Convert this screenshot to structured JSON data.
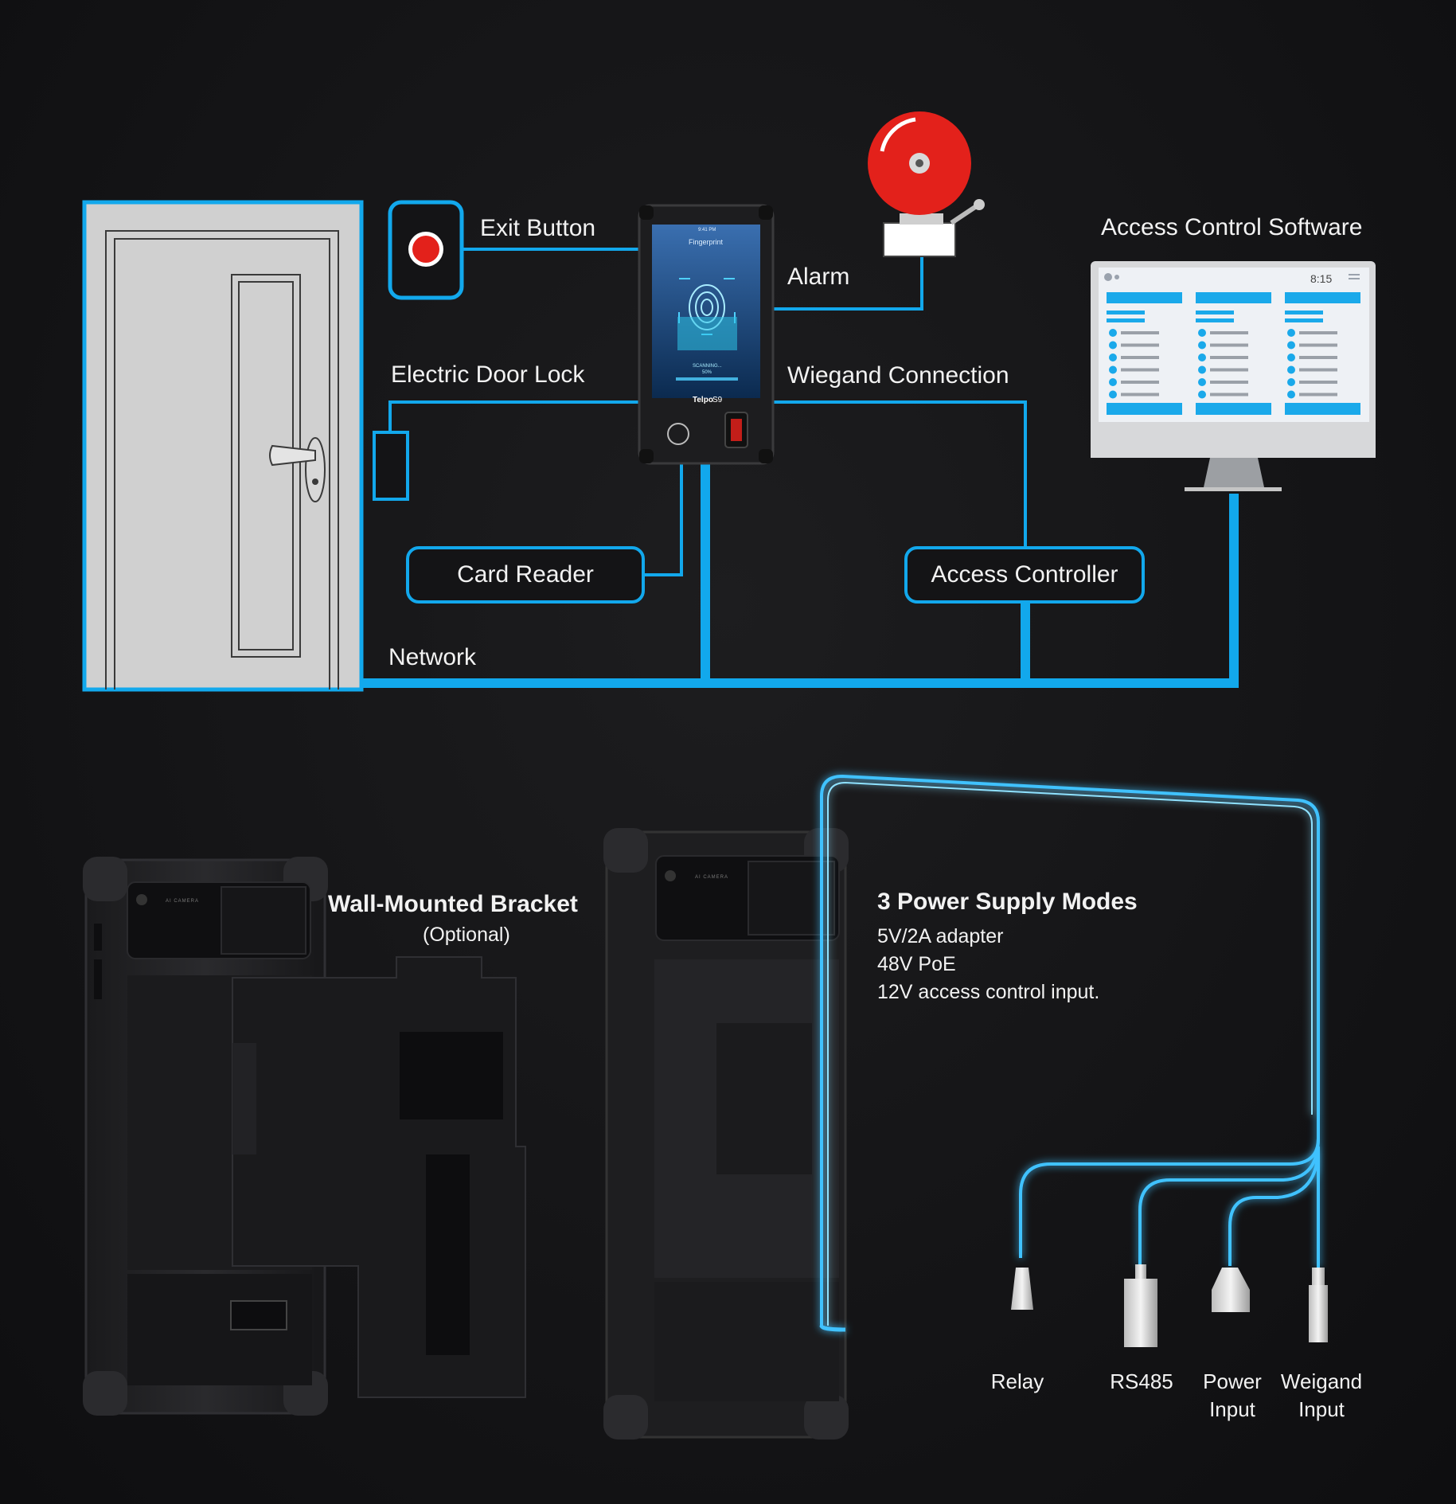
{
  "diagram": {
    "labels": {
      "exit_button": "Exit Button",
      "alarm": "Alarm",
      "access_control_software": "Access Control Software",
      "electric_door_lock": "Electric Door Lock",
      "wiegand_connection": "Wiegand Connection",
      "card_reader": "Card Reader",
      "access_controller": "Access Controller",
      "network": "Network"
    },
    "device": {
      "brand": "Telpo",
      "model": "S9",
      "screen_title": "Fingerprint",
      "status_time": "9:41 PM",
      "scan_text": "SCANNING...",
      "scan_percent": "50%"
    },
    "monitor": {
      "clock": "8:15"
    }
  },
  "mounting": {
    "title": "Wall-Mounted Bracket",
    "subtitle": "(Optional)",
    "camera_label": "AI CAMERA"
  },
  "power": {
    "title": "3 Power Supply Modes",
    "modes": [
      "5V/2A adapter",
      "48V PoE",
      "12V access control input."
    ]
  },
  "ports": [
    {
      "line1": "Relay",
      "line2": ""
    },
    {
      "line1": "RS485",
      "line2": ""
    },
    {
      "line1": "Power",
      "line2": "Input"
    },
    {
      "line1": "Weigand",
      "line2": "Input"
    }
  ],
  "colors": {
    "line": "#12a8ec",
    "alarm_red": "#e3211b",
    "door_fill": "#cfcfcf",
    "screen_bg": "#eef1f5"
  }
}
